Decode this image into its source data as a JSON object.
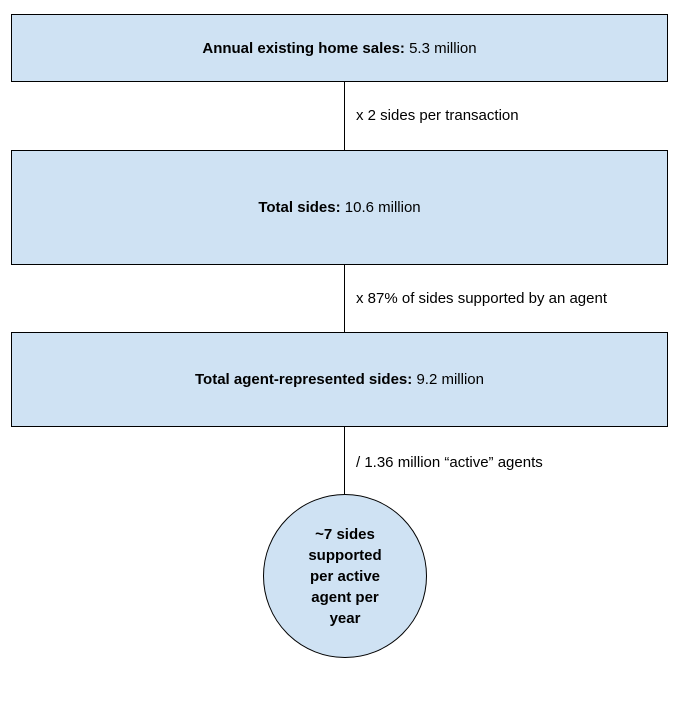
{
  "colors": {
    "node_fill": "#cfe2f3",
    "node_border": "#000000",
    "connector_line": "#000000",
    "text": "#000000",
    "background": "#ffffff"
  },
  "nodes": [
    {
      "type": "box",
      "bold": "Annual existing home sales:",
      "rest": " 5.3 million"
    },
    {
      "type": "box",
      "bold": "Total sides:",
      "rest": " 10.6 million"
    },
    {
      "type": "box",
      "bold": "Total agent-represented sides:",
      "rest": " 9.2 million"
    },
    {
      "type": "circle",
      "label": "~7 sides supported per active agent per year"
    }
  ],
  "connectors": [
    {
      "label": "x 2 sides per transaction"
    },
    {
      "label": "x 87% of sides supported by an agent"
    },
    {
      "label": "/ 1.36 million “active” agents"
    }
  ]
}
